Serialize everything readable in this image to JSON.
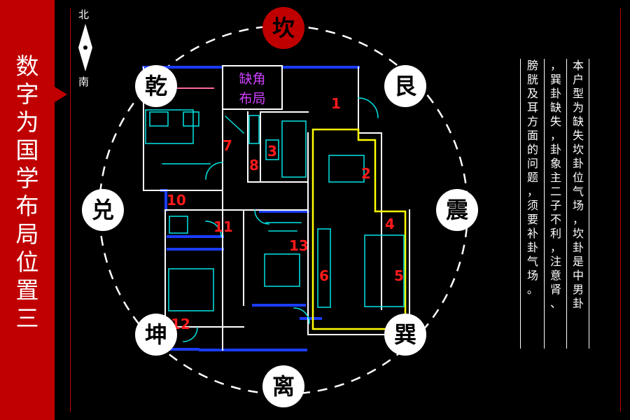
{
  "sidebar": {
    "title_chars": [
      "数",
      "字",
      "为",
      "国",
      "学",
      "布",
      "局",
      "位",
      "置",
      "三"
    ]
  },
  "compass": {
    "north": "北",
    "south": "南"
  },
  "trigrams": {
    "kan": "坎",
    "gen": "艮",
    "zhen": "震",
    "xun": "巽",
    "li": "离",
    "kun": "坤",
    "dui": "兑",
    "qian": "乾"
  },
  "missing_label": [
    "缺角",
    "布局"
  ],
  "rooms": [
    "1",
    "2",
    "3",
    "4",
    "5",
    "6",
    "7",
    "8",
    "10",
    "11",
    "12",
    "13"
  ],
  "note_columns": [
    "本户型为缺失坎卦位气场，坎卦是中男卦",
    "，巽卦缺失，卦象主二子不利，注意肾、",
    "膀胱及耳方面的问题，须要补卦气场。"
  ],
  "colors": {
    "accent": "#c00000",
    "plan_wall": "#1a3cff",
    "plan_line": "#00e5e5",
    "zone": "#ffff00"
  }
}
